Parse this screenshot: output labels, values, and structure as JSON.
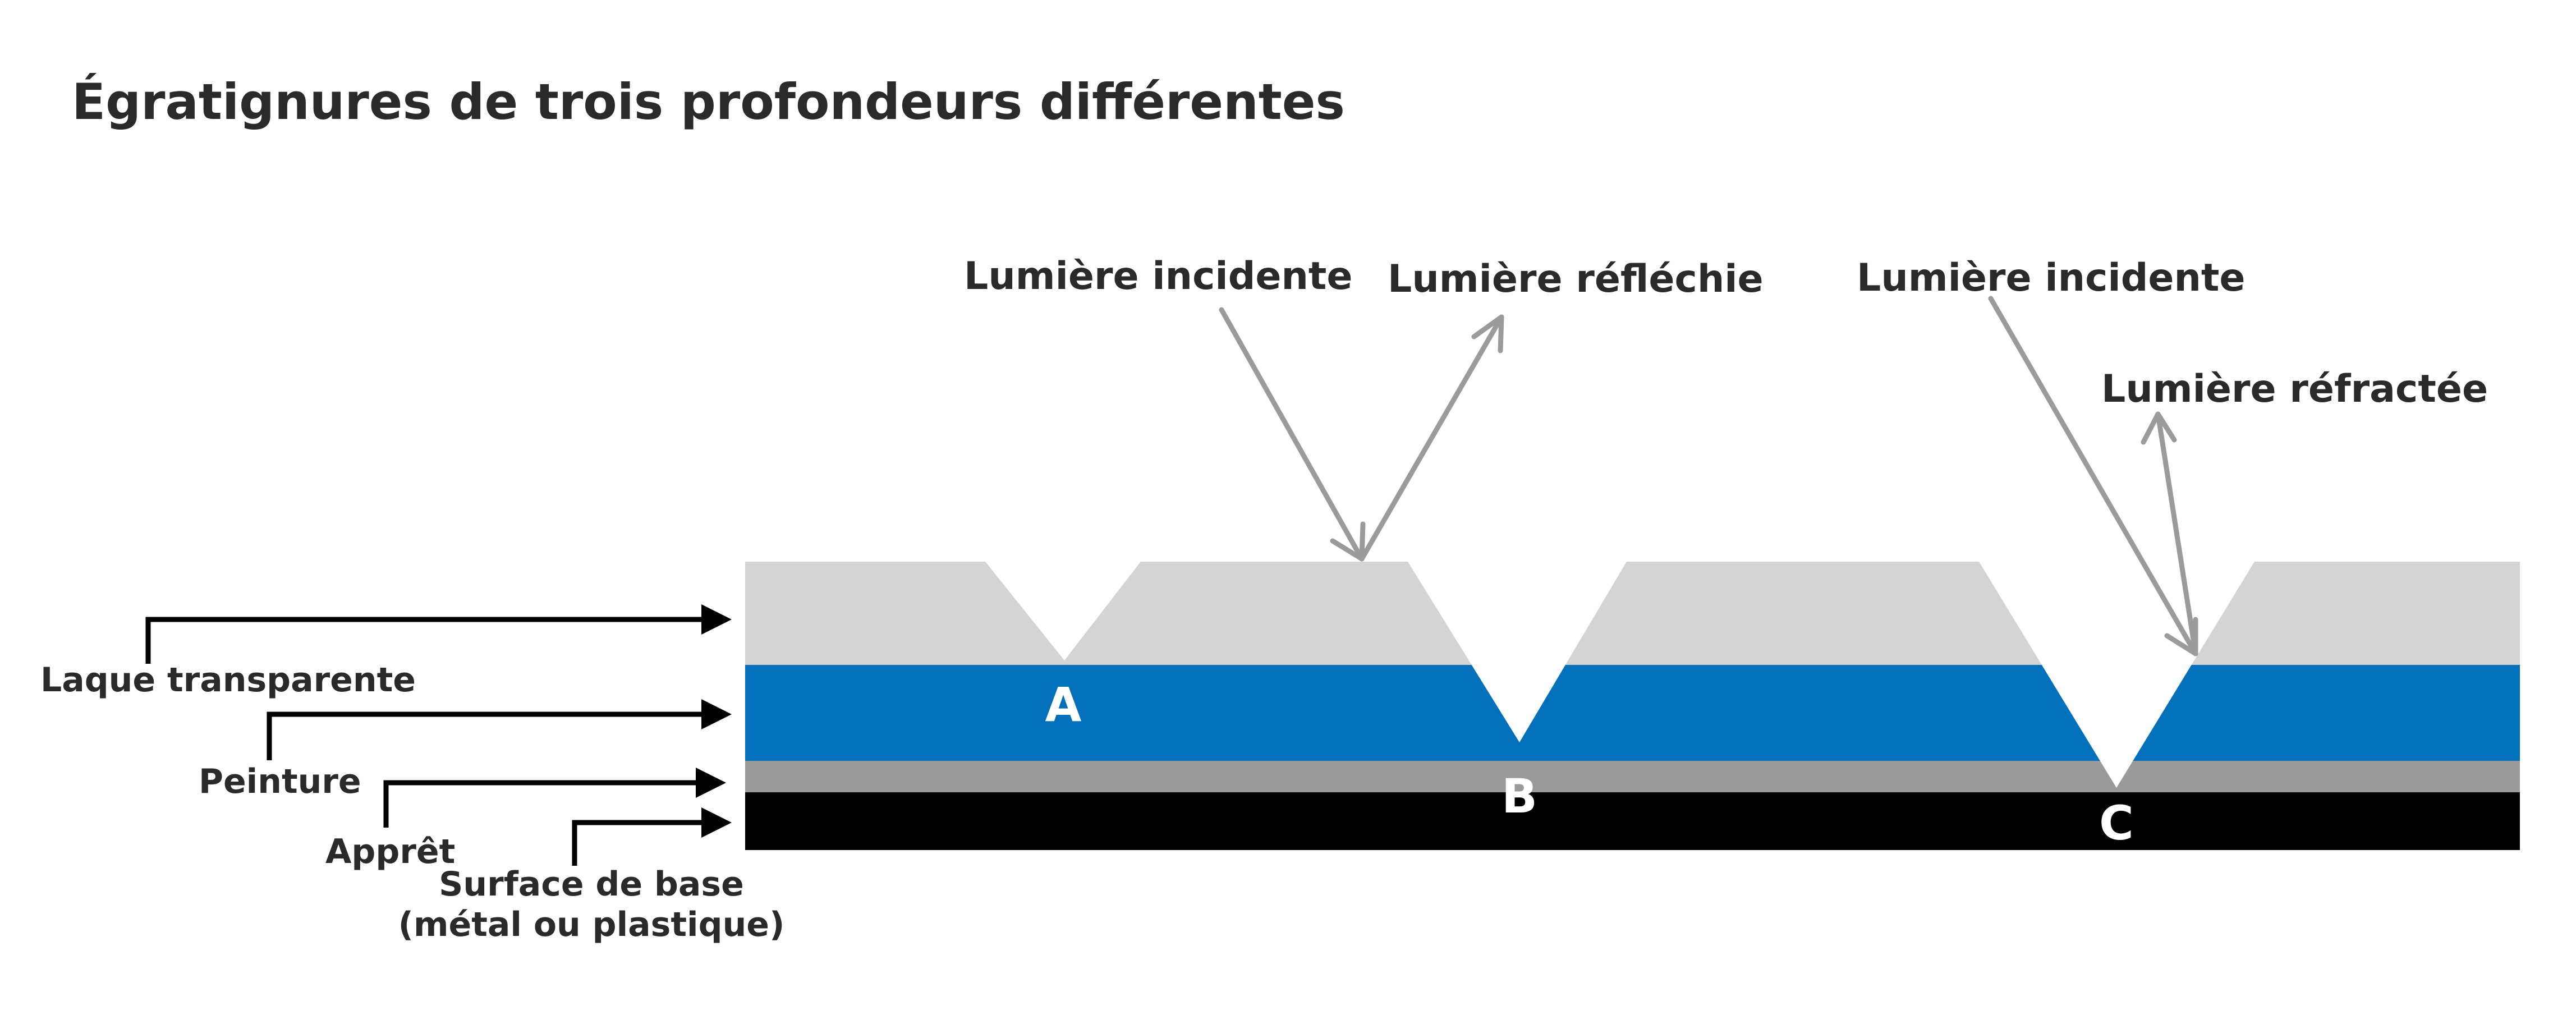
{
  "title": "Égratignures de trois profondeurs différentes",
  "light_labels": {
    "incident_1": "Lumière incidente",
    "reflected": "Lumière réfléchie",
    "incident_2": "Lumière incidente",
    "refracted": "Lumière réfractée"
  },
  "layers": {
    "clearcoat": "Laque transparente",
    "paint": "Peinture",
    "primer": "Apprêt",
    "base_line1": "Surface de base",
    "base_line2": "(métal ou plastique)"
  },
  "scratches": {
    "a": "A",
    "b": "B",
    "c": "C"
  },
  "colors": {
    "clearcoat": "#d4d4d4",
    "paint": "#0270bb",
    "primer": "#9a9a9a",
    "base": "#000000",
    "light_rays": "#9b9b9b",
    "pointer": "#000000",
    "text": "#2a2a2a"
  }
}
